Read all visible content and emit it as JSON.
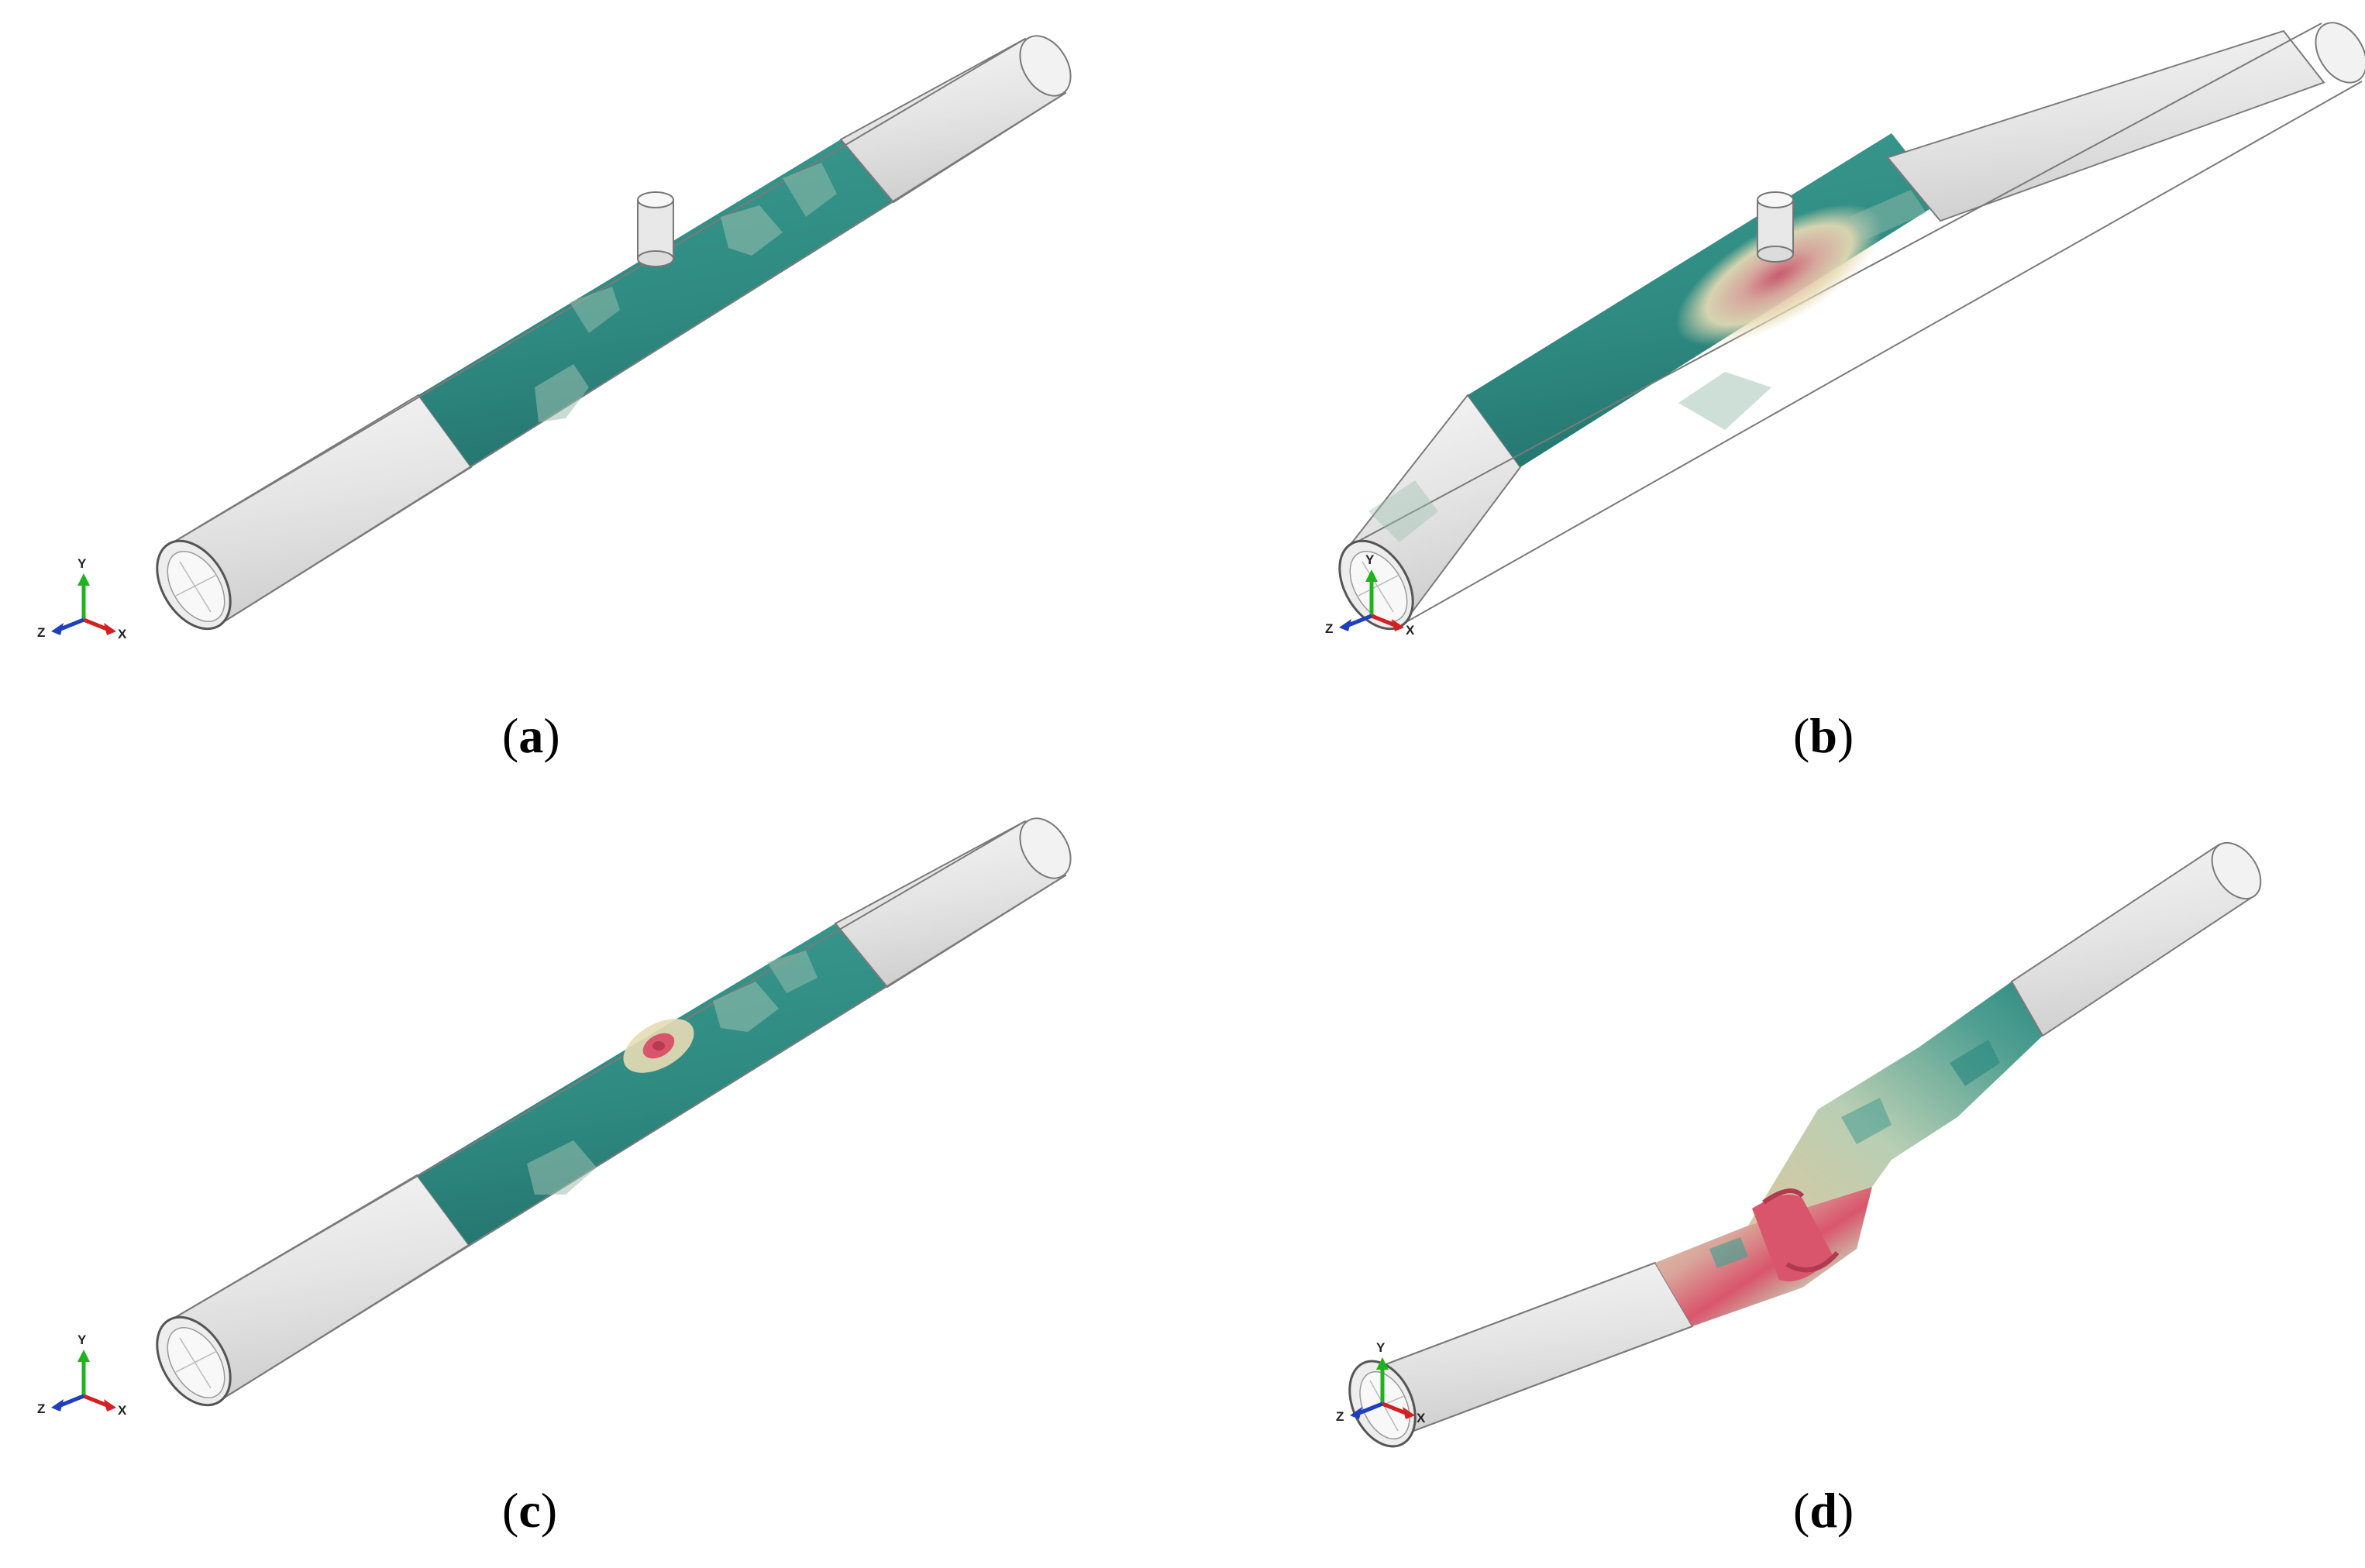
{
  "panels": [
    {
      "id": "a",
      "caption_open": "(",
      "caption_letter": "a",
      "caption_close": ")",
      "has_indenter": true,
      "deformed": false
    },
    {
      "id": "b",
      "caption_open": "(",
      "caption_letter": "b",
      "caption_close": ")",
      "has_indenter": true,
      "deformed": false
    },
    {
      "id": "c",
      "caption_open": "(",
      "caption_letter": "c",
      "caption_close": ")",
      "has_indenter": false,
      "deformed": false
    },
    {
      "id": "d",
      "caption_open": "(",
      "caption_letter": "d",
      "caption_close": ")",
      "has_indenter": false,
      "deformed": true
    }
  ],
  "triad": {
    "y": "Y",
    "z": "Z",
    "x": "X"
  },
  "colors": {
    "pipe_white": "#e6e6e6",
    "pipe_edge": "#7a7a7a",
    "contour_teal": "#2f8b82",
    "contour_light": "#9cbfb0",
    "contour_cream": "#e8dcb5",
    "contour_red": "#d9556b",
    "axis_y": "#1fb31f",
    "axis_x": "#d42020",
    "axis_z": "#1f3fbf"
  }
}
